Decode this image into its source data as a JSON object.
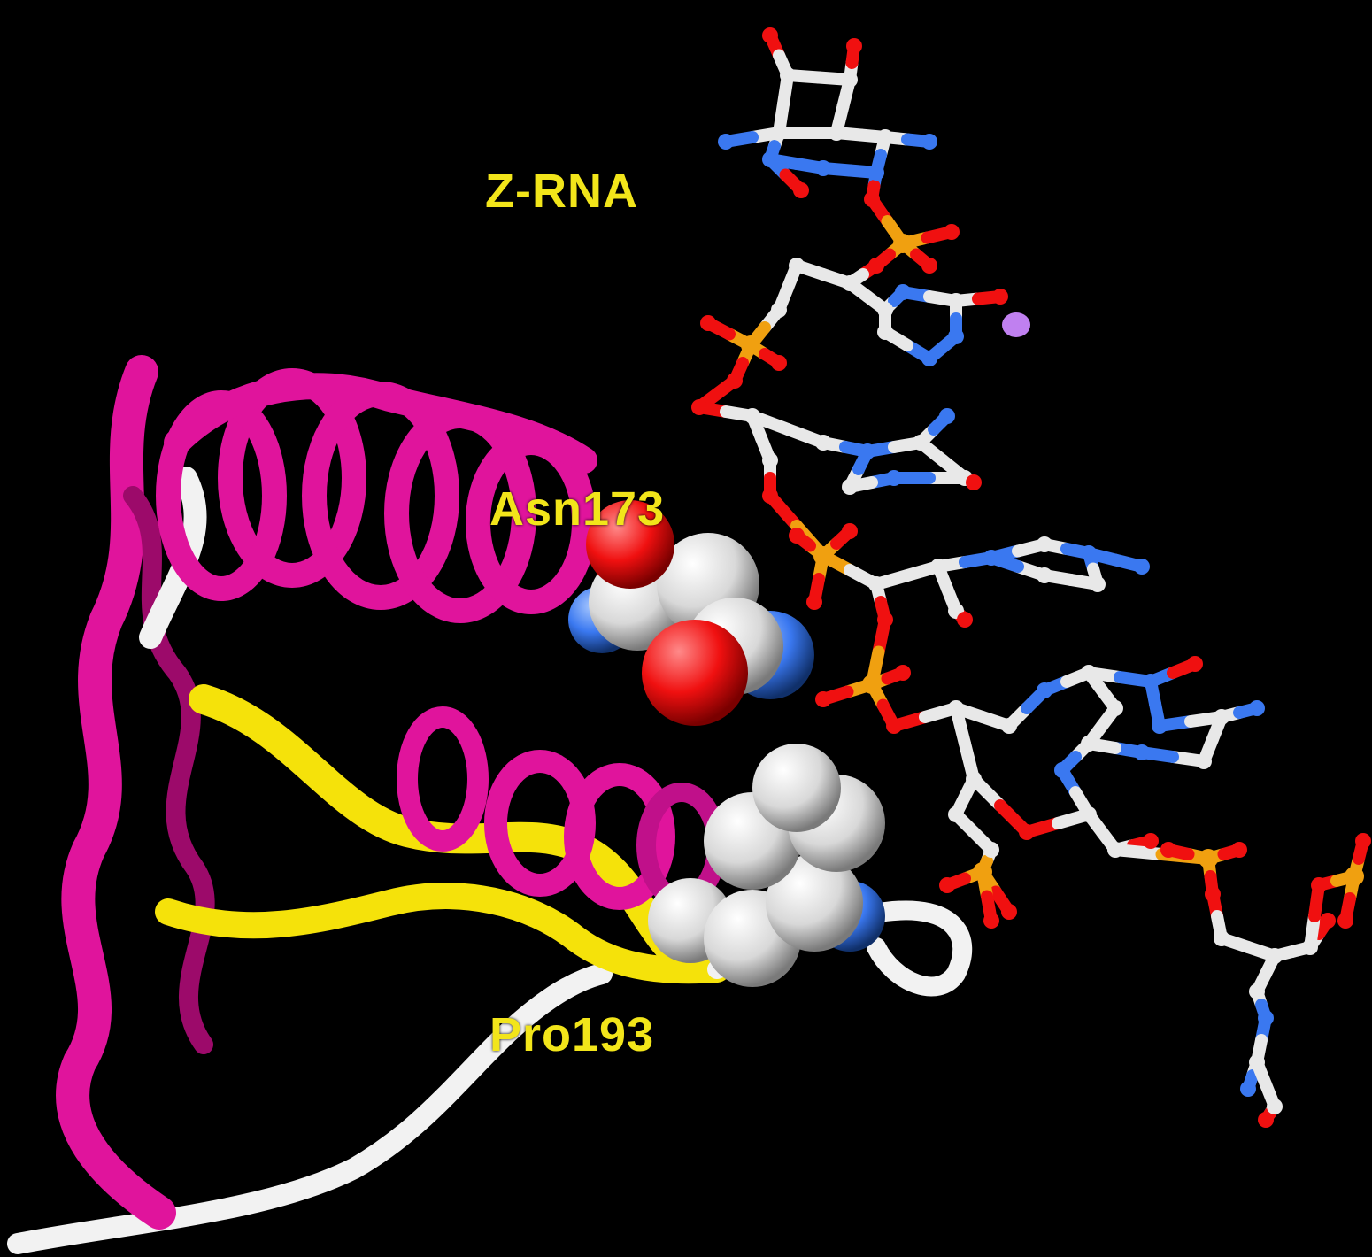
{
  "labels": {
    "z_rna": "Z-RNA",
    "asn": "Asn173",
    "pro": "Pro193"
  },
  "colors": {
    "background": "#000000",
    "label": "#f2e51a",
    "helix": "#e0149c",
    "helix_dark": "#9c0a6a",
    "strand": "#f5e20a",
    "coil": "#f2f2f2",
    "carbon": "#e8e8e8",
    "oxygen": "#f01010",
    "nitrogen": "#3a78f0",
    "phosphorus": "#f0a010",
    "ion": "#c080f0"
  }
}
